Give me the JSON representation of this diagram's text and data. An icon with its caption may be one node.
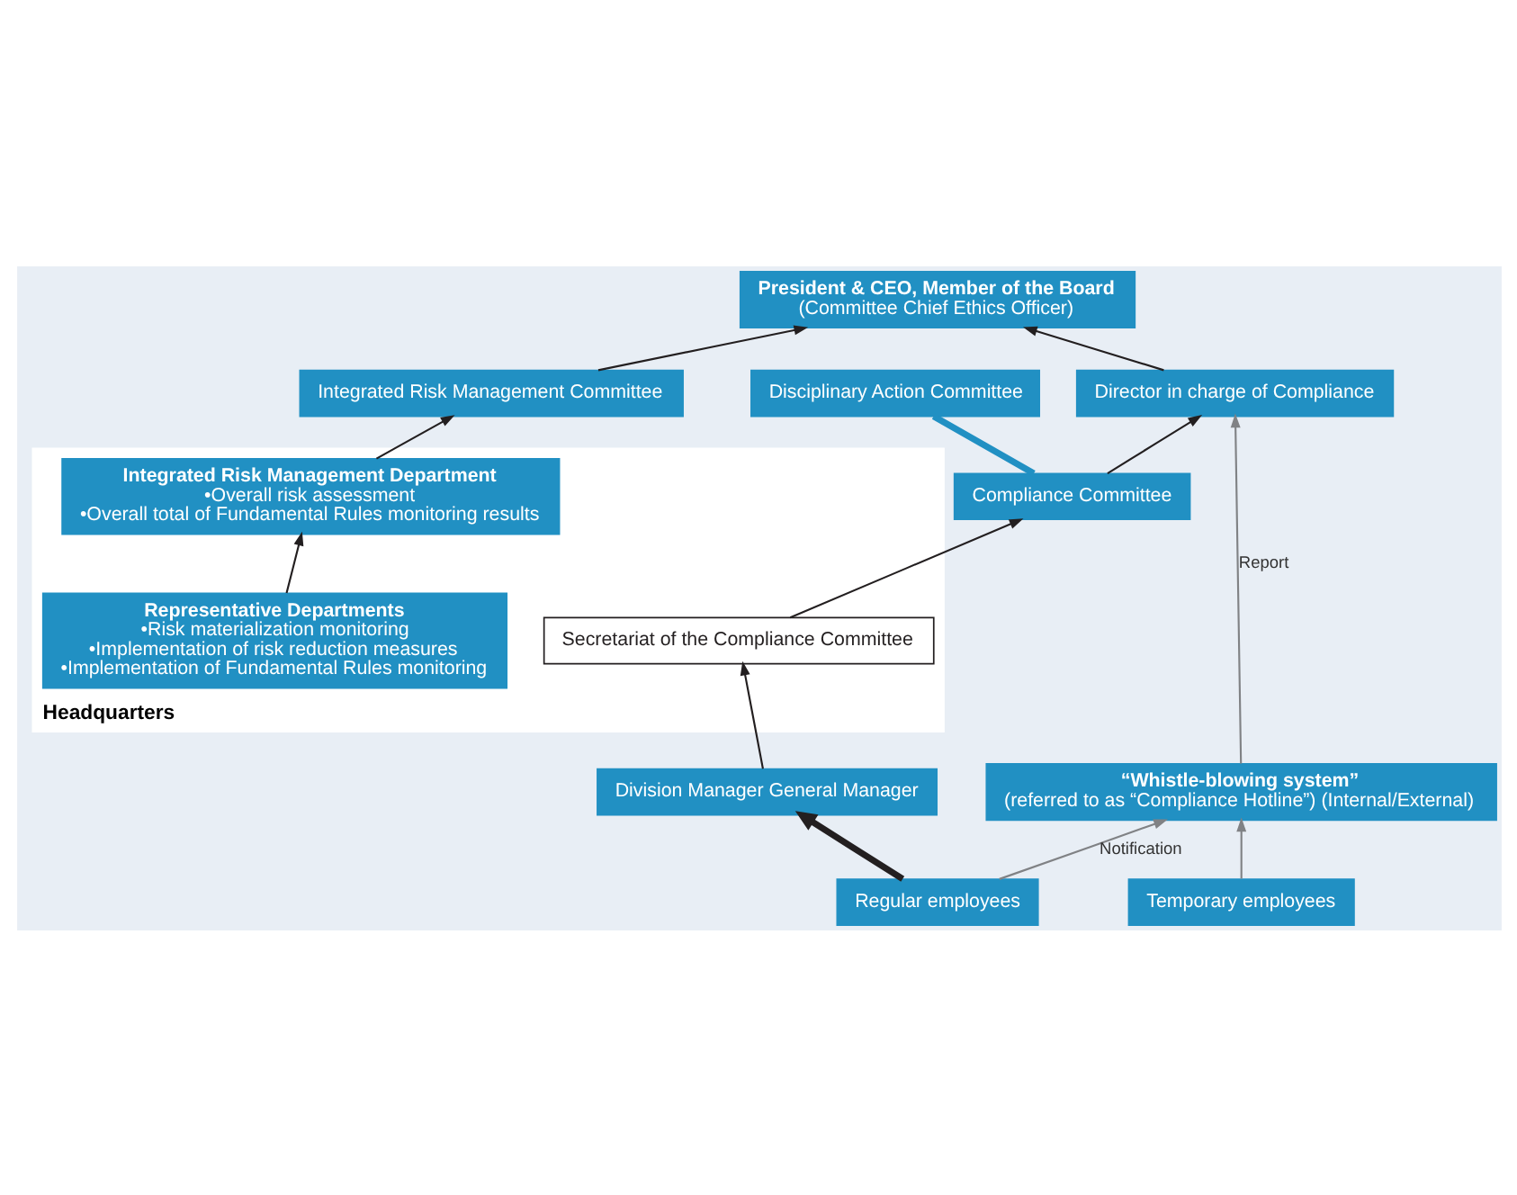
{
  "diagram": {
    "nodes": [
      {
        "text": [
          "President & CEO, Member of the Board",
          "(Committee Chief Ethics Officer)"
        ]
      },
      {
        "text": [
          "Director in charge of Compliance"
        ]
      },
      {
        "text": [
          "“Whistle-blowing system”",
          "(referred to as “Compliance Hotline”) (Internal/External)"
        ]
      },
      {
        "text": [
          "Integrated Risk Management Committee"
        ]
      },
      {
        "text": [
          "Compliance Committee"
        ]
      },
      {
        "text": [
          "Headquarters"
        ]
      },
      {
        "text": [
          "Disciplinary Action Committee"
        ]
      },
      {
        "text": [
          "Integrated Risk Management Department",
          "•Overall risk assessment",
          "•Overall total of Fundamental Rules monitoring results"
        ],
        "in": 5
      },
      {
        "text": [
          "Secretariat of the Compliance Committee"
        ],
        "in": 5
      },
      {
        "text": [
          "Division Manager General Manager"
        ]
      },
      {
        "text": [
          "Representative Departments",
          "•Risk materialization monitoring",
          "•Implementation of risk reduction measures",
          "•Implementation of Fundamental Rules monitoring"
        ],
        "in": 5
      },
      {
        "text": [
          "Regular employees"
        ]
      },
      {
        "text": [
          "Temporary employees"
        ]
      }
    ],
    "edges": [
      {
        "from": 3,
        "to": 0,
        "arrow": "to"
      },
      {
        "from": 1,
        "to": 0,
        "arrow": "to"
      },
      {
        "from": 4,
        "to": 1,
        "arrow": "to"
      },
      {
        "from": 2,
        "to": 1,
        "arrow": "to",
        "label": "Report",
        "color": "#808285"
      },
      {
        "from": 8,
        "to": 4,
        "arrow": "to"
      },
      {
        "from": 4,
        "to": 6,
        "arrow": "none",
        "style": "thick",
        "color": "#2190c3"
      },
      {
        "from": 9,
        "to": 8,
        "arrow": "to"
      },
      {
        "from": 11,
        "to": 9,
        "arrow": "to",
        "style": "thick"
      },
      {
        "from": 11,
        "to": 2,
        "arrow": "to",
        "label": "Notification",
        "color": "#808285"
      },
      {
        "from": 12,
        "to": 2,
        "arrow": "to",
        "color": "#808285"
      },
      {
        "from": 10,
        "to": 7,
        "arrow": "to"
      },
      {
        "from": 7,
        "to": 3,
        "arrow": "to"
      }
    ]
  }
}
